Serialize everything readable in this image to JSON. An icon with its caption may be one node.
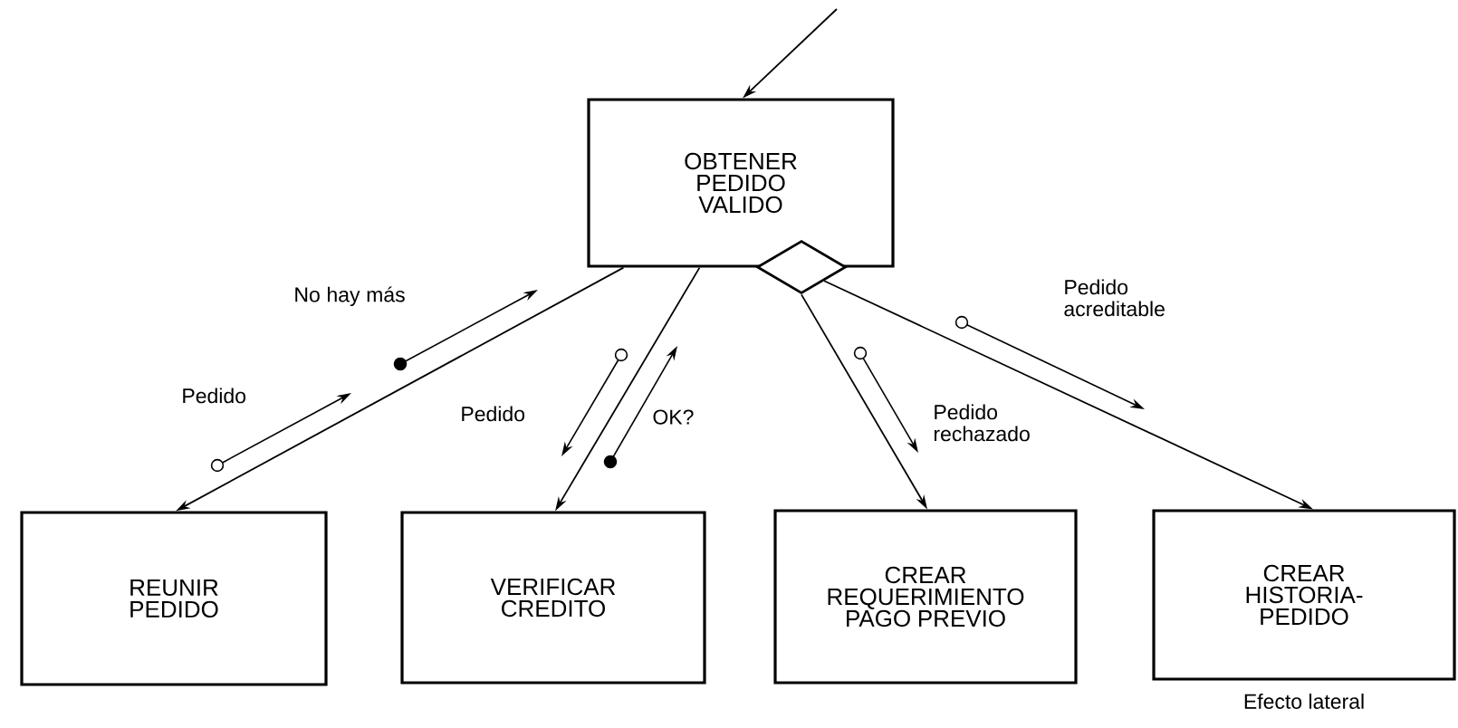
{
  "diagram": {
    "nodes": [
      {
        "text": [
          "OBTENER PEDIDO VALIDO"
        ]
      },
      {
        "text": [],
        "shape": "diamond"
      },
      {
        "text": [
          "REUNIR PEDIDO"
        ]
      },
      {
        "text": [
          "VERIFICAR CREDITO"
        ]
      },
      {
        "text": [
          "CREAR REQUERIMIENTO PAGO PREVIO"
        ]
      },
      {
        "text": [
          "CREAR HISTORIA-PEDIDO"
        ],
        "beside": [
          "Efecto lateral"
        ]
      }
    ],
    "edges": [
      {
        "from": null,
        "to": 0,
        "arrow": "to"
      },
      {
        "from": 0,
        "to": 2,
        "arrow": "to"
      },
      {
        "from": 0,
        "to": 3,
        "arrow": "to"
      },
      {
        "from": 1,
        "to": 4,
        "arrow": "to"
      },
      {
        "from": 1,
        "to": 5,
        "arrow": "to"
      }
    ],
    "labels": [
      "No hay más",
      "Pedido acreditable",
      "Pedido",
      "Pedido",
      "OK?",
      "Pedido rechazado"
    ]
  }
}
